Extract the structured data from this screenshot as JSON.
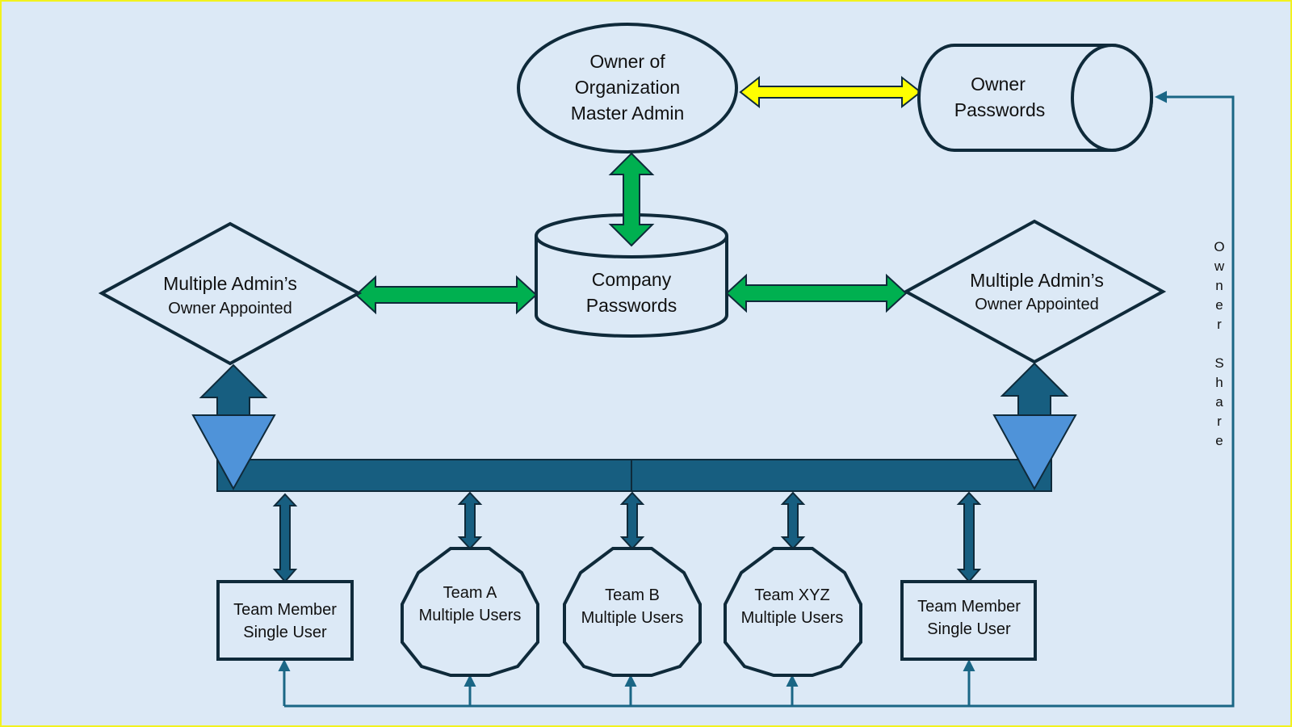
{
  "colors": {
    "background": "#dce9f6",
    "frame": "#f2f21e",
    "outline": "#0f2a3a",
    "green_arrow": "#00b050",
    "yellow_arrow": "#ffff00",
    "bus": "#175e80",
    "triangle": "#4f93d9",
    "connector": "#1a6685"
  },
  "owner": {
    "line1": "Owner of",
    "line2": "Organization",
    "line3": "Master Admin"
  },
  "owner_passwords": {
    "line1": "Owner",
    "line2": "Passwords"
  },
  "company_passwords": {
    "line1": "Company",
    "line2": "Passwords"
  },
  "admin_left": {
    "line1": "Multiple Admin’s",
    "line2": "Owner Appointed"
  },
  "admin_right": {
    "line1": "Multiple Admin’s",
    "line2": "Owner Appointed"
  },
  "member_left": {
    "line1": "Team Member",
    "line2": "Single User"
  },
  "team_a": {
    "line1": "Team A",
    "line2": "Multiple Users"
  },
  "team_b": {
    "line1": "Team B",
    "line2": "Multiple Users"
  },
  "team_xyz": {
    "line1": "Team XYZ",
    "line2": "Multiple Users"
  },
  "member_right": {
    "line1": "Team Member",
    "line2": "Single User"
  },
  "owner_share_label": [
    "O",
    "w",
    "n",
    "e",
    "r",
    "",
    "S",
    "h",
    "a",
    "r",
    "e"
  ]
}
